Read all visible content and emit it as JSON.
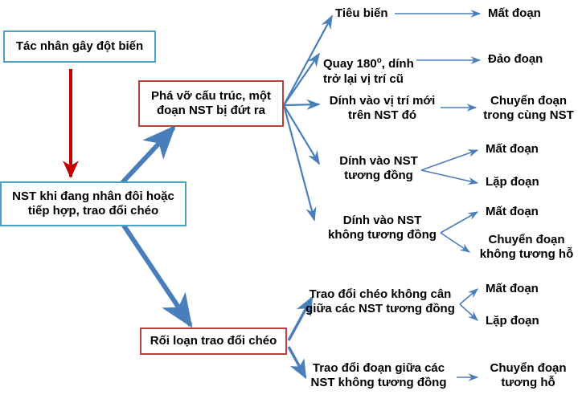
{
  "diagram": {
    "title_text_language": "vi",
    "colors": {
      "box_border_blue": "#4aa3c7",
      "box_border_red": "#b4453c",
      "arrow_blue": "#4a7ebb",
      "arrow_thick_blue": "#4a7ebb",
      "arrow_red": "#c00000",
      "text": "#000000",
      "background": "#ffffff"
    },
    "nodes": {
      "cause": "Tác nhân gây đột biến",
      "nst_state": "NST khi đang nhân đôi hoặc\ntiếp hợp, trao đổi chéo",
      "break_structure": "Phá vỡ cấu trúc, một\nđoạn NST bị đứt ra",
      "crossing_disorder": "Rối loạn trao đổi chéo",
      "branch1": "Tiêu biến",
      "branch1_result": "Mất đoạn",
      "branch2_pre": "Quay 180",
      "branch2_deg": "o",
      "branch2_post": ", dính\ntrở lại vị trí cũ",
      "branch2_result": "Đảo đoạn",
      "branch3": "Dính vào vị trí mới\ntrên NST đó",
      "branch3_result": "Chuyển đoạn\ntrong cùng NST",
      "branch4": "Dính vào NST\ntương đồng",
      "branch4_result_a": "Mất đoạn",
      "branch4_result_b": "Lặp đoạn",
      "branch5": "Dính vào NST\nkhông tương đồng",
      "branch5_result_a": "Mất đoạn",
      "branch5_result_b": "Chuyển đoạn\nkhông tương hỗ",
      "branch6": "Trao đổi chéo không cân\ngiữa các NST tương đồng",
      "branch6_result_a": "Mất đoạn",
      "branch6_result_b": "Lặp đoạn",
      "branch7": "Trao đổi đoạn giữa các\nNST không tương đồng",
      "branch7_result": "Chuyển đoạn\ntương hỗ"
    }
  }
}
